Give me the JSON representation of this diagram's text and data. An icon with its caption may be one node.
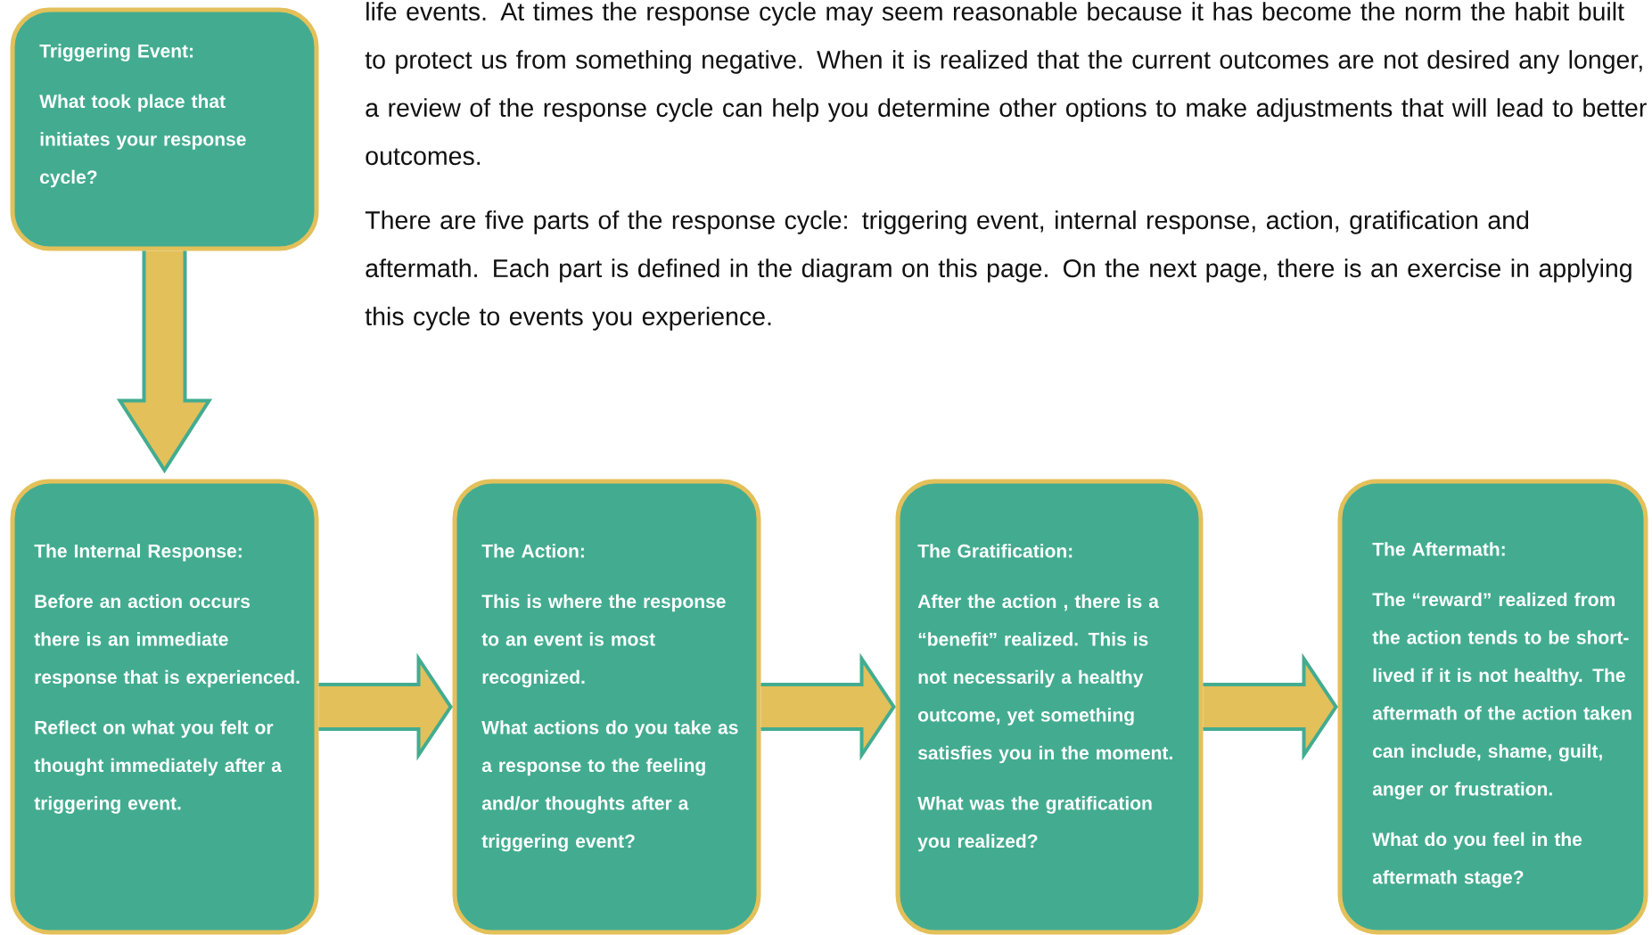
{
  "diagram": {
    "nodes": [
      {
        "text": [
          "Triggering Event:",
          "What took place that initiates your response cycle?"
        ]
      },
      {
        "text": [
          "The Internal Response:",
          "Before an action occurs there is an immediate response that is experienced.",
          "Reflect on what you felt or thought immediately after a triggering event."
        ]
      },
      {
        "text": [
          "The Action:",
          "This is where the response to an event is most recognized.",
          "What actions do you take as a response to the feeling and/or thoughts after a triggering event?"
        ]
      },
      {
        "text": [
          "The Gratification:",
          "After the action , there is a “benefit” realized. This is not necessarily a healthy outcome, yet something satisfies you in the moment.",
          "What was the gratification you realized?"
        ]
      },
      {
        "text": [
          "The Aftermath:",
          "The “reward” realized from the action tends to be short-lived if it is not healthy. The aftermath of the action taken can include, shame, guilt, anger or frustration.",
          "What do you feel in the aftermath stage?"
        ]
      }
    ],
    "edges": [
      {
        "from": 0,
        "to": 1,
        "arrow": "to"
      },
      {
        "from": 1,
        "to": 2,
        "arrow": "to"
      },
      {
        "from": 2,
        "to": 3,
        "arrow": "to"
      },
      {
        "from": 3,
        "to": 4,
        "arrow": "to"
      }
    ],
    "labels": [
      "life events. At times the response cycle may seem reasonable because it has become the norm the habit built to protect us from something negative. When it is realized that the current outcomes are not desired any longer,  a review of the response cycle can help you determine other options to make adjustments that will lead to better outcomes.",
      "There are five parts of the response cycle: triggering event, internal response, action, gratification and aftermath. Each part is defined in the diagram on this page. On the next page, there is an exercise in applying this cycle to events you experience."
    ]
  }
}
